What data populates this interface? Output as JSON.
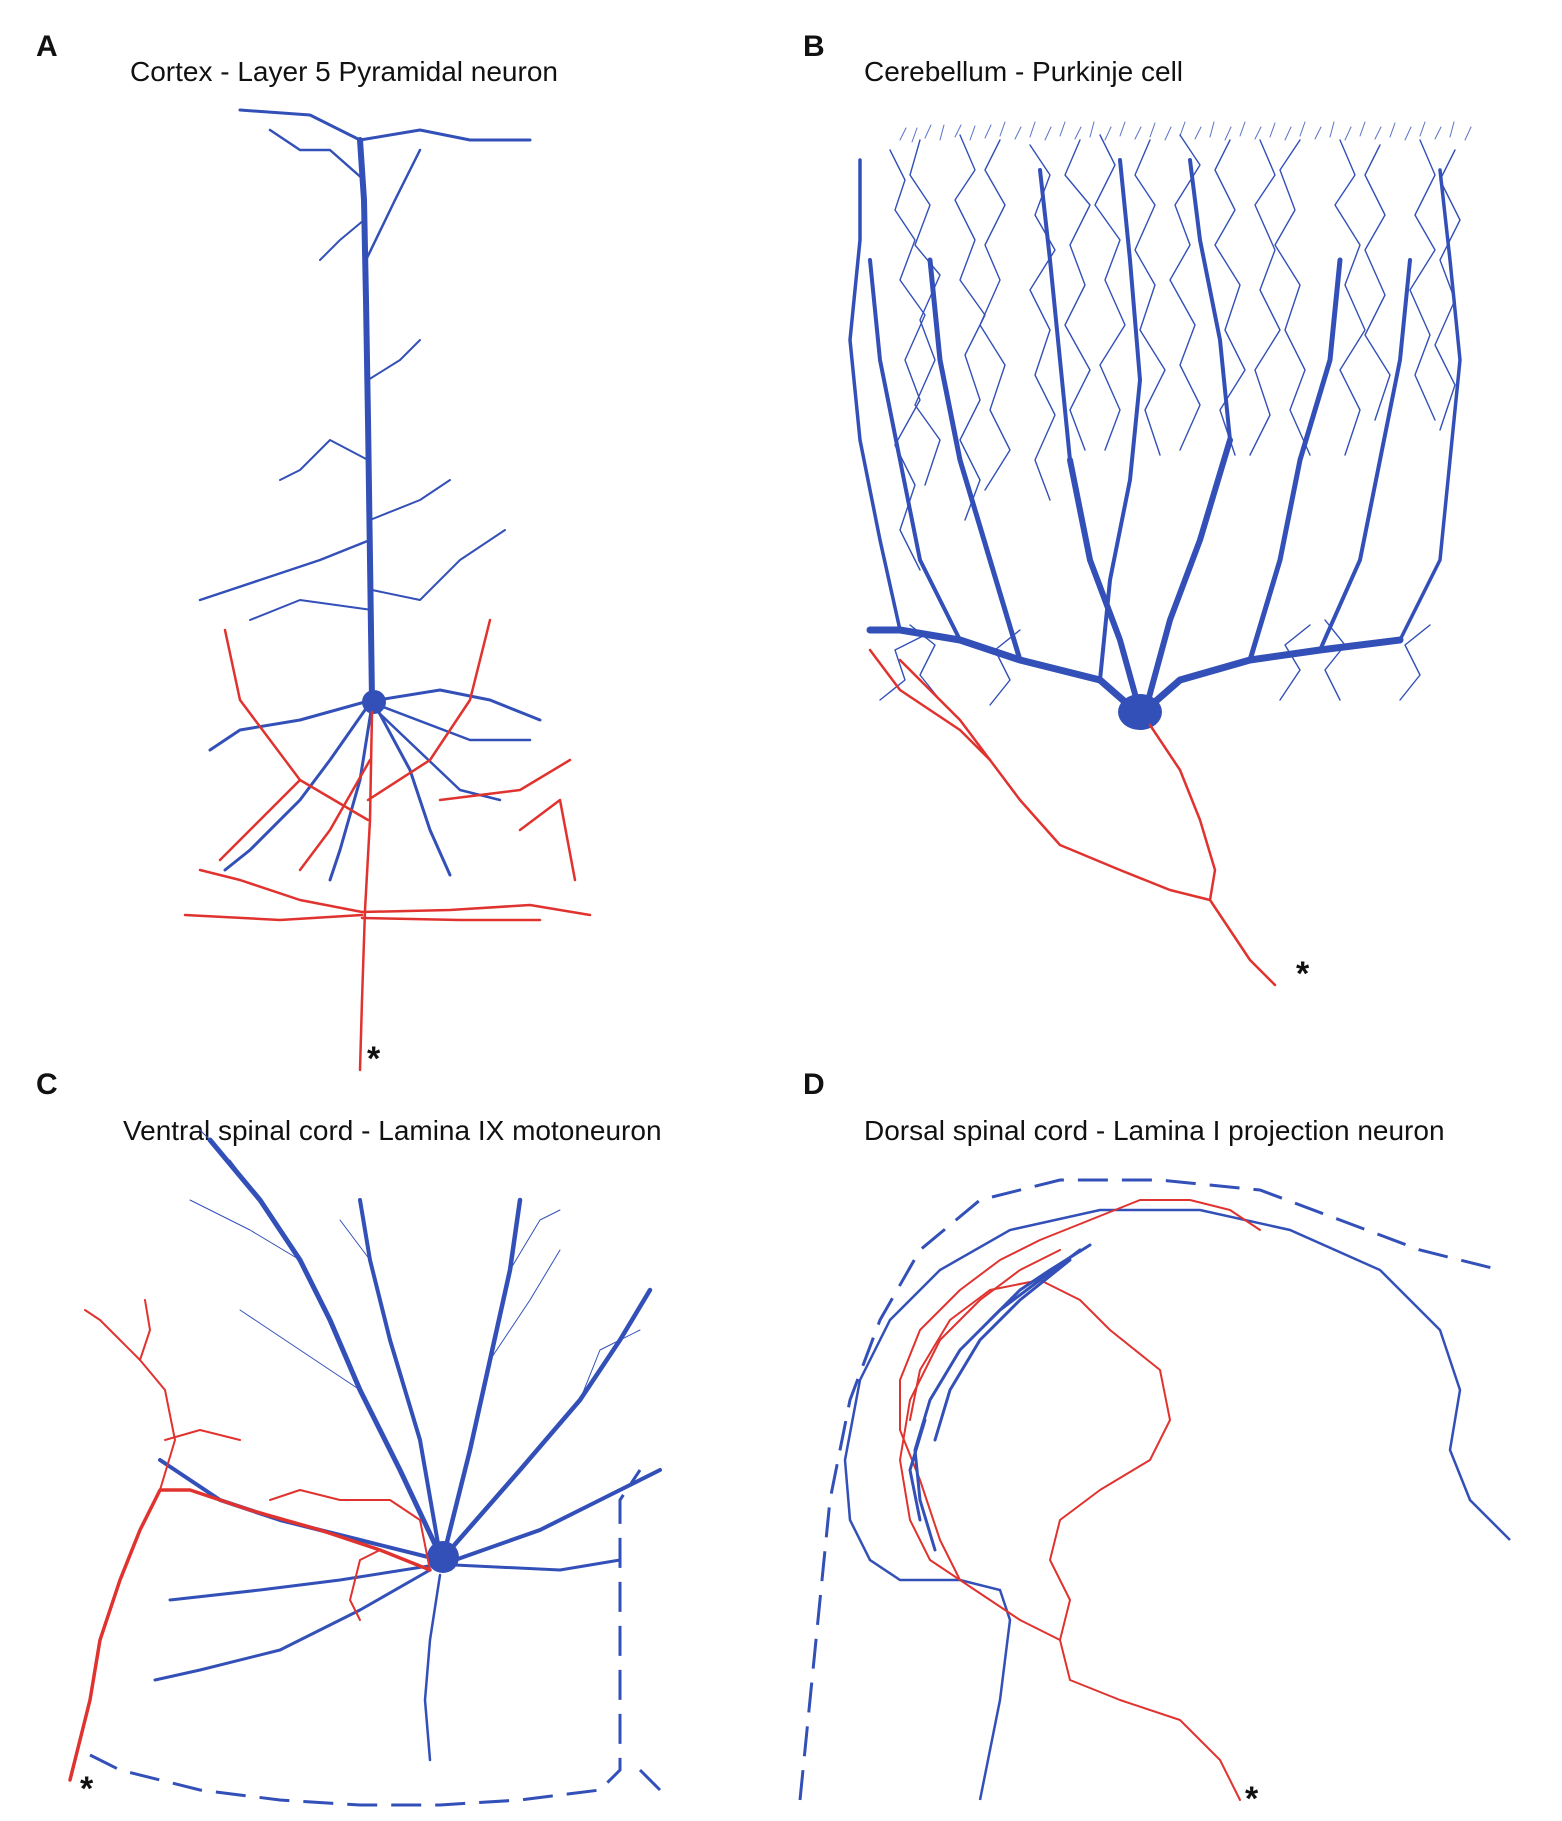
{
  "figure": {
    "panels": [
      {
        "letter": "A",
        "title": "Cortex - Layer 5 Pyramidal neuron",
        "marker": "*"
      },
      {
        "letter": "B",
        "title": "Cerebellum - Purkinje cell",
        "marker": "*"
      },
      {
        "letter": "C",
        "title": "Ventral spinal cord - Lamina IX motoneuron",
        "marker": "*"
      },
      {
        "letter": "D",
        "title": "Dorsal spinal cord - Lamina I projection neuron",
        "marker": "*"
      }
    ]
  },
  "colors": {
    "dendrite": "#3350b8",
    "axon": "#e0332f",
    "background": "#ffffff",
    "text": "#111111"
  }
}
